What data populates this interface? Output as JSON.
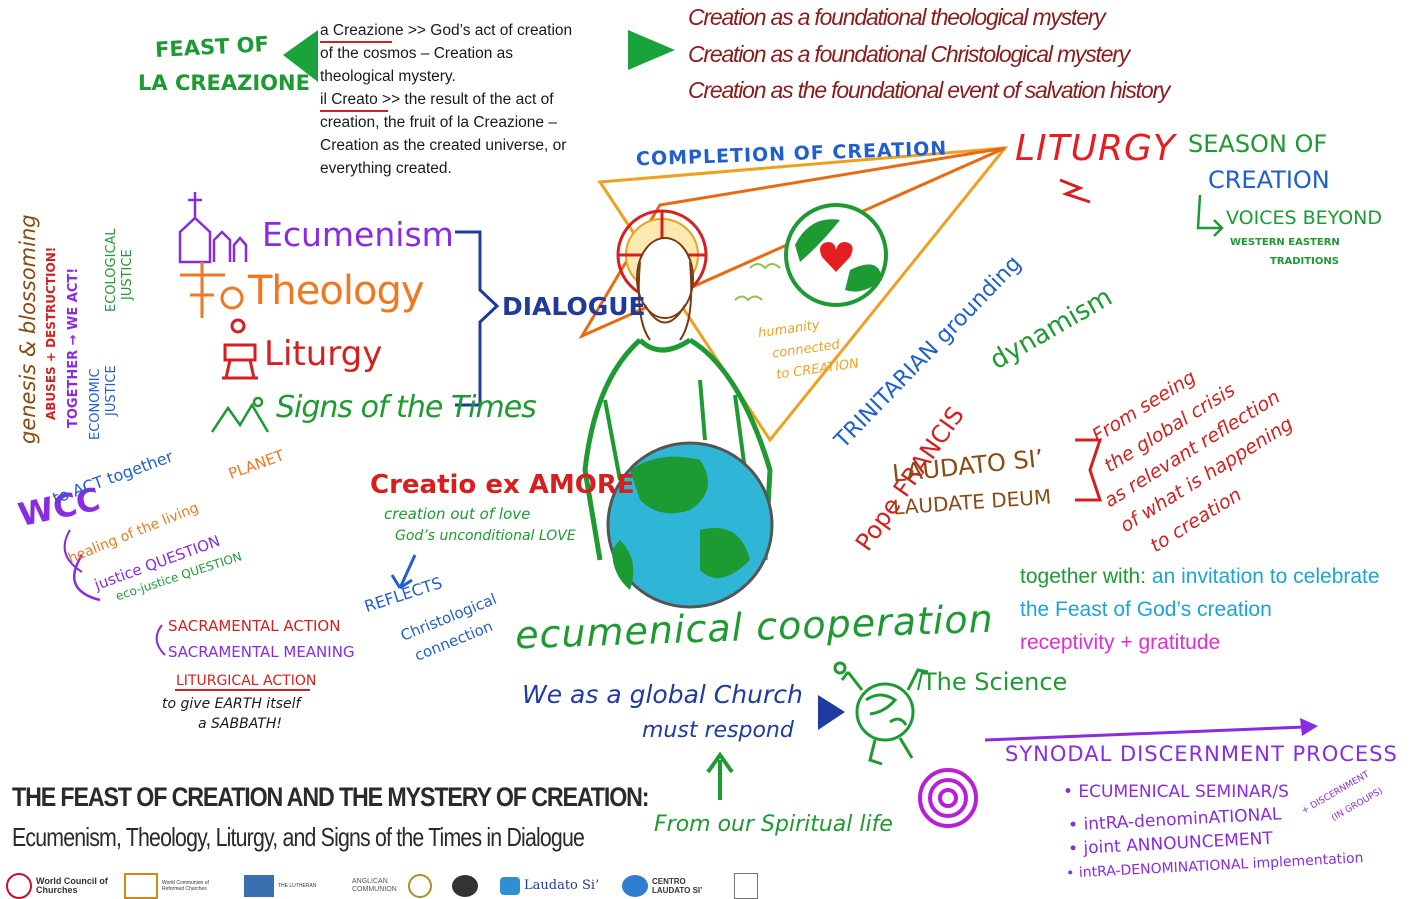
{
  "title": "THE FEAST OF CREATION AND THE MYSTERY OF CREATION:",
  "subtitle": "Ecumenism, Theology, Liturgy, and Signs of the Times in Dialogue",
  "feast": {
    "line1": "FEAST OF",
    "line2": "LA CREAZIONE"
  },
  "definitions": {
    "term1": "a Creazione",
    "def1_rest": " >> God’s act of creation",
    "def1_line2": "of the cosmos – Creation as",
    "def1_line3": "theological mystery.",
    "term2": "il Creato",
    "def2_rest": " >> the result of the act of",
    "def2_line2": "creation, the fruit of la Creazione –",
    "def2_line3": "Creation as the created universe, or",
    "def2_line4": "everything created."
  },
  "mysteries": [
    "Creation as a foundational theological mystery",
    "Creation as a foundational Christological mystery",
    "Creation as the foundational event of salvation history"
  ],
  "completion": "COMPLETION OF CREATION",
  "liturgy_top": "LITURGY",
  "season": {
    "line1": "SEASON OF",
    "line2": "CREATION",
    "voices": "VOICES BEYOND",
    "western_eastern": "WESTERN  EASTERN",
    "traditions": "TRADITIONS"
  },
  "vertical": {
    "genesis": "genesis & blossoming",
    "abuses": "ABUSES + DESTRUCTION!",
    "together": "TOGETHER → WE ACT!",
    "economic": "ECONOMIC",
    "justice1": "JUSTICE",
    "ecological": "ECOLOGICAL",
    "justice2": "JUSTICE"
  },
  "four": [
    "Ecumenism",
    "Theology",
    "Liturgy",
    "Signs of the Times"
  ],
  "dialogue": "DIALOGUE",
  "humanity": [
    "humanity",
    "connected",
    "to CREATION"
  ],
  "trinitarian": "TRINITARIAN grounding",
  "dynamism": "dynamism",
  "pope": "Pope FRANCIS",
  "laudato_si": "LAUDATO SI’",
  "laudate_deum": "LAUDATE DEUM",
  "seeing": [
    "From seeing",
    "the global crisis",
    "as relevant reflection",
    "of what is happening",
    "to creation"
  ],
  "wcc": {
    "wcc": "WCC",
    "act": "to ACT together",
    "planet": "PLANET",
    "healing": "healing of the living",
    "justice": "justice QUESTION",
    "eco": "eco-justice QUESTION"
  },
  "creatio": {
    "title": "Creatio ex AMORE",
    "sub1": "creation out of love",
    "sub2": "God’s unconditional LOVE"
  },
  "reflects": [
    "REFLECTS",
    "Christological",
    "connection"
  ],
  "together_with": {
    "lead": "together with:",
    "rest": " an invitation to celebrate",
    "line2": "the Feast of God’s creation",
    "line3": "receptivity + gratitude"
  },
  "sacramental": [
    "SACRAMENTAL ACTION",
    "SACRAMENTAL MEANING",
    "LITURGICAL ACTION",
    "to give EARTH itself",
    "a SABBATH!"
  ],
  "ecumenical_cooperation": "ecumenical cooperation",
  "global_church": {
    "line1": "We as a global Church",
    "line2": "must respond"
  },
  "the_science": "The Science",
  "spiritual": "From our Spiritual life",
  "synodal": {
    "title": "SYNODAL DISCERNMENT PROCESS",
    "items": [
      "• ECUMENICAL SEMINAR/S",
      "• intRA-denominATIONAL",
      "• joint ANNOUNCEMENT",
      "• intRA-DENOMINATIONAL implementation"
    ],
    "discernment": "+ DISCERNMENT",
    "groups": "(IN GROUPS)"
  },
  "logos": [
    "World Council of Churches",
    "World Communion of Reformed Churches",
    "THE LUTHERAN",
    "ANGLICAN COMMUNION",
    "Laudato Si’",
    "CENTRO LAUDATO SI’"
  ]
}
